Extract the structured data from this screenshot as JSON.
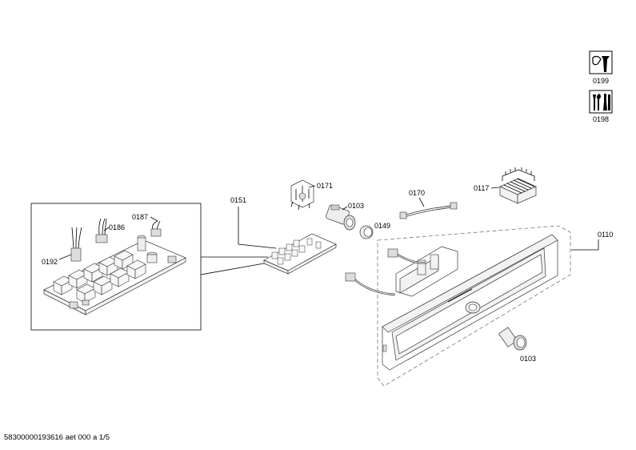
{
  "labels": {
    "p0199": "0199",
    "p0198": "0198",
    "p0171": "0171",
    "p0151": "0151",
    "p0103a": "0103",
    "p0170": "0170",
    "p0117": "0117",
    "p0187": "0187",
    "p0186": "0186",
    "p0149": "0149",
    "p0110": "0110",
    "p0192": "0192",
    "p0103b": "0103"
  },
  "footer": "58300000193616 aet 000 a 1/5",
  "icons": {
    "service": "service-tool-icon",
    "tools": "toolkit-icon"
  }
}
